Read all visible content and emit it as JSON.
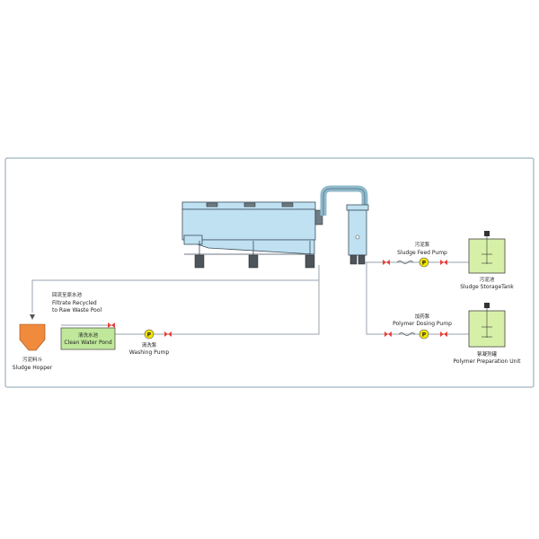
{
  "labels": {
    "filtrate_cn": "回流至原水池",
    "filtrate_en1": "Filtrate Recycled",
    "filtrate_en2": "to Raw Waste Pool",
    "hopper_cn": "污泥料斗",
    "hopper_en": "Sludge Hopper",
    "pond_cn": "清洗水池",
    "pond_en": "Clean Water Pond",
    "washing_cn": "清洗泵",
    "washing_en": "Washing Pump",
    "feed_cn": "污泥泵",
    "feed_en": "Sludge Feed Pump",
    "storage_cn": "污泥池",
    "storage_en": "Sludge StorageTank",
    "dosing_cn": "加药泵",
    "dosing_en": "Polymer Dosing Pump",
    "prep_cn": "絮凝剂罐",
    "prep_en": "Polymer Preparation Unit",
    "pump_letter": "P"
  },
  "colors": {
    "frame": "#8aa0b0",
    "pipe": "#9aa3ad",
    "valve": "#e8413c",
    "pump": "#f3e500",
    "tank": "#d7f0a8",
    "machine": "#bfe1f2",
    "hopper": "#f08a3c"
  }
}
